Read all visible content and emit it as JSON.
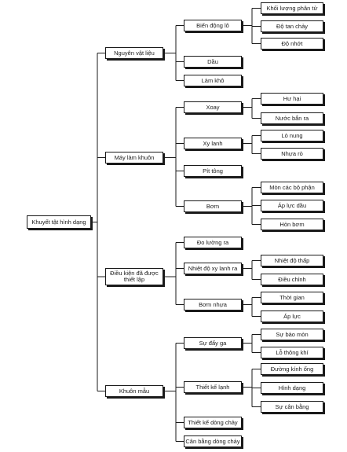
{
  "root": {
    "label": "Khuyết tật hình dạng"
  },
  "categories": [
    {
      "label": "Nguyên vật liệu",
      "causes": [
        {
          "label": "Biến động lô",
          "details": [
            "Khối lượng phân tử",
            "Độ tan chảy",
            "Độ nhớt"
          ]
        },
        {
          "label": "Dầu",
          "details": []
        },
        {
          "label": "Làm khô",
          "details": []
        }
      ]
    },
    {
      "label": "Máy làm khuôn",
      "causes": [
        {
          "label": "Xoay",
          "details": [
            "Hư hại",
            "Nước bắn ra"
          ]
        },
        {
          "label": "Xy lanh",
          "details": [
            "Lò nung",
            "Nhựa rò"
          ]
        },
        {
          "label": "Pít tông",
          "details": []
        },
        {
          "label": "Bơm",
          "details": [
            "Mòn các bộ phận",
            "Áp lực dầu",
            "Hỏn bơm"
          ]
        }
      ]
    },
    {
      "label": "Điều kiện đã được\nthiết lập",
      "causes": [
        {
          "label": "Đo lường ra",
          "details": []
        },
        {
          "label": "Nhiệt độ xy lanh ra",
          "details": [
            "Nhiệt độ thấp",
            "Điều chỉnh"
          ]
        },
        {
          "label": "Bơm nhựa",
          "details": [
            "Thời gian",
            "Áp lực"
          ]
        }
      ]
    },
    {
      "label": "Khuôn mẫu",
      "causes": [
        {
          "label": "Sự đẩy ga",
          "details": [
            "Sự bào mòn",
            "Lỗ thông khí"
          ]
        },
        {
          "label": "Thiết kế lạnh",
          "details": [
            "Đường kính ống",
            "Hình dạng",
            "Sự cân bằng"
          ]
        },
        {
          "label": "Thiết kế dòng chảy",
          "details": []
        },
        {
          "label": "Cân bằng dòng chảy",
          "details": []
        }
      ]
    }
  ],
  "line_color": "#1a1a1a"
}
